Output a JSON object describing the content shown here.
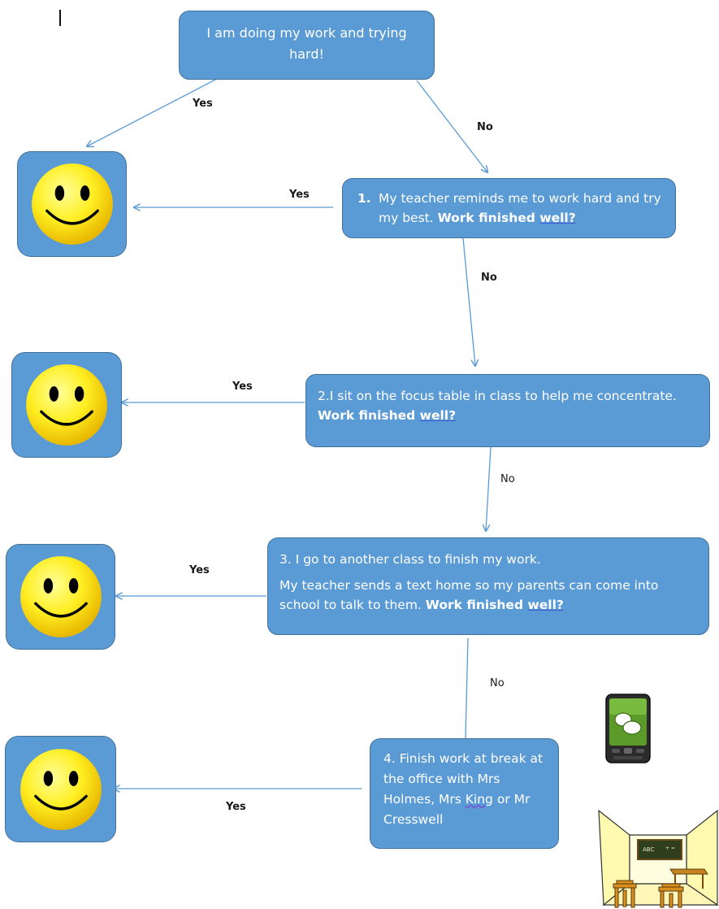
{
  "start": {
    "text": "I am doing my work and trying hard!"
  },
  "step1": {
    "num": "1.",
    "text": "My teacher reminds me to work hard and try my best.",
    "question_a": "Work finished ",
    "question_b": "well?"
  },
  "step2": {
    "text": "2.I sit on the focus table in class to help me concentrate.",
    "question_a": "Work finished ",
    "question_b": "well?"
  },
  "step3": {
    "line1": "3. I go to another class to finish my work.",
    "line2": "My teacher sends a text home so my parents can come into school to talk to them.",
    "question_a": "Work finished ",
    "question_b": "well?"
  },
  "step4": {
    "part1": "4. Finish work at break at the office with Mrs Holmes, Mrs ",
    "part2": "King",
    "part3": " or Mr Cresswell"
  },
  "labels": {
    "yes": "Yes",
    "no": "No"
  },
  "icons": [
    "smiley-icon",
    "phone-icon",
    "classroom-icon"
  ],
  "colors": {
    "box_fill": "#5b9bd5",
    "box_border": "#41719c",
    "arrow": "#5b9bd5",
    "smiley": "#ffee22"
  }
}
